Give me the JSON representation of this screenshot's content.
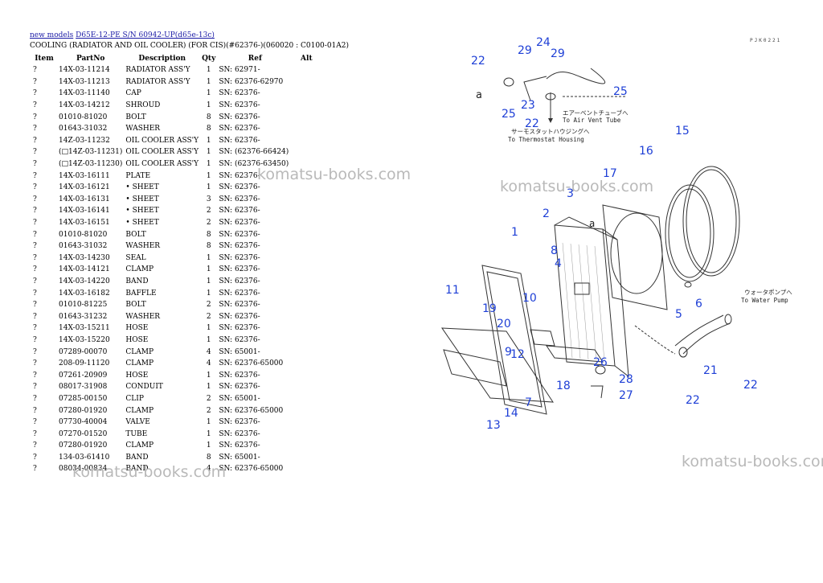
{
  "breadcrumb": {
    "link1": "new models",
    "link2": "D65E-12-PE S/N 60942-UP(d65e-13c)"
  },
  "subtitle": "COOLING (RADIATOR AND OIL COOLER) (FOR CIS)(#62376-)(060020 : C0100-01A2)",
  "page_code": "PJK0221",
  "columns": [
    "Item",
    "PartNo",
    "Description",
    "Qty",
    "Ref",
    "Alt"
  ],
  "rows": [
    {
      "item": "?",
      "part": "14X-03-11214",
      "desc": "RADIATOR ASS'Y",
      "qty": "1",
      "ref": "SN: 62971-"
    },
    {
      "item": "?",
      "part": "14X-03-11213",
      "desc": "RADIATOR ASS'Y",
      "qty": "1",
      "ref": "SN: 62376-62970"
    },
    {
      "item": "?",
      "part": "14X-03-11140",
      "desc": "CAP",
      "qty": "1",
      "ref": "SN: 62376-"
    },
    {
      "item": "?",
      "part": "14X-03-14212",
      "desc": "SHROUD",
      "qty": "1",
      "ref": "SN: 62376-"
    },
    {
      "item": "?",
      "part": "01010-81020",
      "desc": "BOLT",
      "qty": "8",
      "ref": "SN: 62376-"
    },
    {
      "item": "?",
      "part": "01643-31032",
      "desc": "WASHER",
      "qty": "8",
      "ref": "SN: 62376-"
    },
    {
      "item": "?",
      "part": "14Z-03-11232",
      "desc": "OIL COOLER ASS'Y",
      "qty": "1",
      "ref": "SN: 62376-"
    },
    {
      "item": "?",
      "part": "(□14Z-03-11231)",
      "desc": "OIL COOLER ASS'Y",
      "qty": "1",
      "ref": "SN: (62376-66424)"
    },
    {
      "item": "?",
      "part": "(□14Z-03-11230)",
      "desc": "OIL COOLER ASS'Y",
      "qty": "1",
      "ref": "SN: (62376-63450)"
    },
    {
      "item": "?",
      "part": "14X-03-16111",
      "desc": "PLATE",
      "qty": "1",
      "ref": "SN: 62376-"
    },
    {
      "item": "?",
      "part": "14X-03-16121",
      "desc": "• SHEET",
      "qty": "1",
      "ref": "SN: 62376-"
    },
    {
      "item": "?",
      "part": "14X-03-16131",
      "desc": "• SHEET",
      "qty": "3",
      "ref": "SN: 62376-"
    },
    {
      "item": "?",
      "part": "14X-03-16141",
      "desc": "• SHEET",
      "qty": "2",
      "ref": "SN: 62376-"
    },
    {
      "item": "?",
      "part": "14X-03-16151",
      "desc": "• SHEET",
      "qty": "2",
      "ref": "SN: 62376-"
    },
    {
      "item": "?",
      "part": "01010-81020",
      "desc": "BOLT",
      "qty": "8",
      "ref": "SN: 62376-"
    },
    {
      "item": "?",
      "part": "01643-31032",
      "desc": "WASHER",
      "qty": "8",
      "ref": "SN: 62376-"
    },
    {
      "item": "?",
      "part": "14X-03-14230",
      "desc": "SEAL",
      "qty": "1",
      "ref": "SN: 62376-"
    },
    {
      "item": "?",
      "part": "14X-03-14121",
      "desc": "CLAMP",
      "qty": "1",
      "ref": "SN: 62376-"
    },
    {
      "item": "?",
      "part": "14X-03-14220",
      "desc": "BAND",
      "qty": "1",
      "ref": "SN: 62376-"
    },
    {
      "item": "?",
      "part": "14X-03-16182",
      "desc": "BAFFLE",
      "qty": "1",
      "ref": "SN: 62376-"
    },
    {
      "item": "?",
      "part": "01010-81225",
      "desc": "BOLT",
      "qty": "2",
      "ref": "SN: 62376-"
    },
    {
      "item": "?",
      "part": "01643-31232",
      "desc": "WASHER",
      "qty": "2",
      "ref": "SN: 62376-"
    },
    {
      "item": "?",
      "part": "14X-03-15211",
      "desc": "HOSE",
      "qty": "1",
      "ref": "SN: 62376-"
    },
    {
      "item": "?",
      "part": "14X-03-15220",
      "desc": "HOSE",
      "qty": "1",
      "ref": "SN: 62376-"
    },
    {
      "item": "?",
      "part": "07289-00070",
      "desc": "CLAMP",
      "qty": "4",
      "ref": "SN: 65001-"
    },
    {
      "item": "?",
      "part": "208-09-11120",
      "desc": "CLAMP",
      "qty": "4",
      "ref": "SN: 62376-65000"
    },
    {
      "item": "?",
      "part": "07261-20909",
      "desc": "HOSE",
      "qty": "1",
      "ref": "SN: 62376-"
    },
    {
      "item": "?",
      "part": "08017-31908",
      "desc": "CONDUIT",
      "qty": "1",
      "ref": "SN: 62376-"
    },
    {
      "item": "?",
      "part": "07285-00150",
      "desc": "CLIP",
      "qty": "2",
      "ref": "SN: 65001-"
    },
    {
      "item": "?",
      "part": "07280-01920",
      "desc": "CLAMP",
      "qty": "2",
      "ref": "SN: 62376-65000"
    },
    {
      "item": "?",
      "part": "07730-40004",
      "desc": "VALVE",
      "qty": "1",
      "ref": "SN: 62376-"
    },
    {
      "item": "?",
      "part": "07270-01520",
      "desc": "TUBE",
      "qty": "1",
      "ref": "SN: 62376-"
    },
    {
      "item": "?",
      "part": "07280-01920",
      "desc": "CLAMP",
      "qty": "1",
      "ref": "SN: 62376-"
    },
    {
      "item": "?",
      "part": "134-03-61410",
      "desc": "BAND",
      "qty": "8",
      "ref": "SN: 65001-"
    },
    {
      "item": "?",
      "part": "08034-00834",
      "desc": "BAND",
      "qty": "4",
      "ref": "SN: 62376-65000"
    }
  ],
  "watermark": "komatsu-books.com",
  "diagram": {
    "callouts": [
      "1",
      "2",
      "3",
      "4",
      "5",
      "6",
      "7",
      "8",
      "9",
      "10",
      "11",
      "12",
      "13",
      "14",
      "15",
      "16",
      "17",
      "18",
      "19",
      "20",
      "21",
      "22",
      "22",
      "22",
      "22",
      "23",
      "24",
      "25",
      "25",
      "26",
      "27",
      "28",
      "29",
      "29"
    ],
    "notes": {
      "air_vent_jp": "エアーベントチューブへ",
      "air_vent": "To Air Vent Tube",
      "thermostat_jp": "サーモスタットハウジングへ",
      "thermostat": "To Thermostat Housing",
      "water_pump_jp": "ウォータポンプへ",
      "water_pump": "To Water Pump",
      "ref_a": "a"
    }
  }
}
